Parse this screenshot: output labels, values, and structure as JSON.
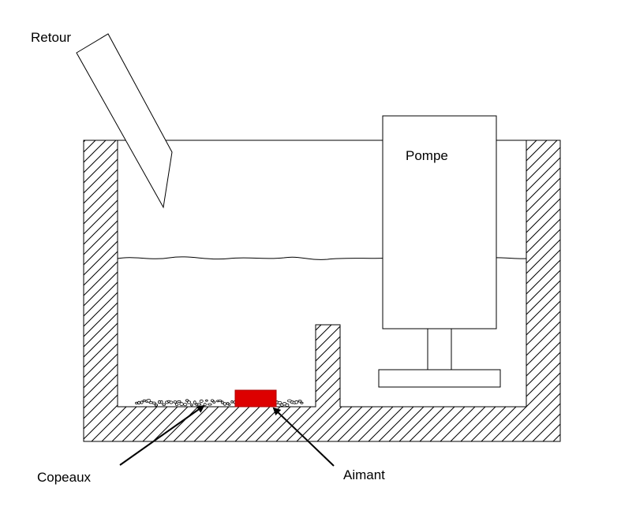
{
  "labels": {
    "retour": "Retour",
    "pompe": "Pompe",
    "copeaux": "Copeaux",
    "aimant": "Aimant"
  },
  "colors": {
    "line": "#000000",
    "magnet": "#dd0000",
    "background": "#ffffff"
  }
}
